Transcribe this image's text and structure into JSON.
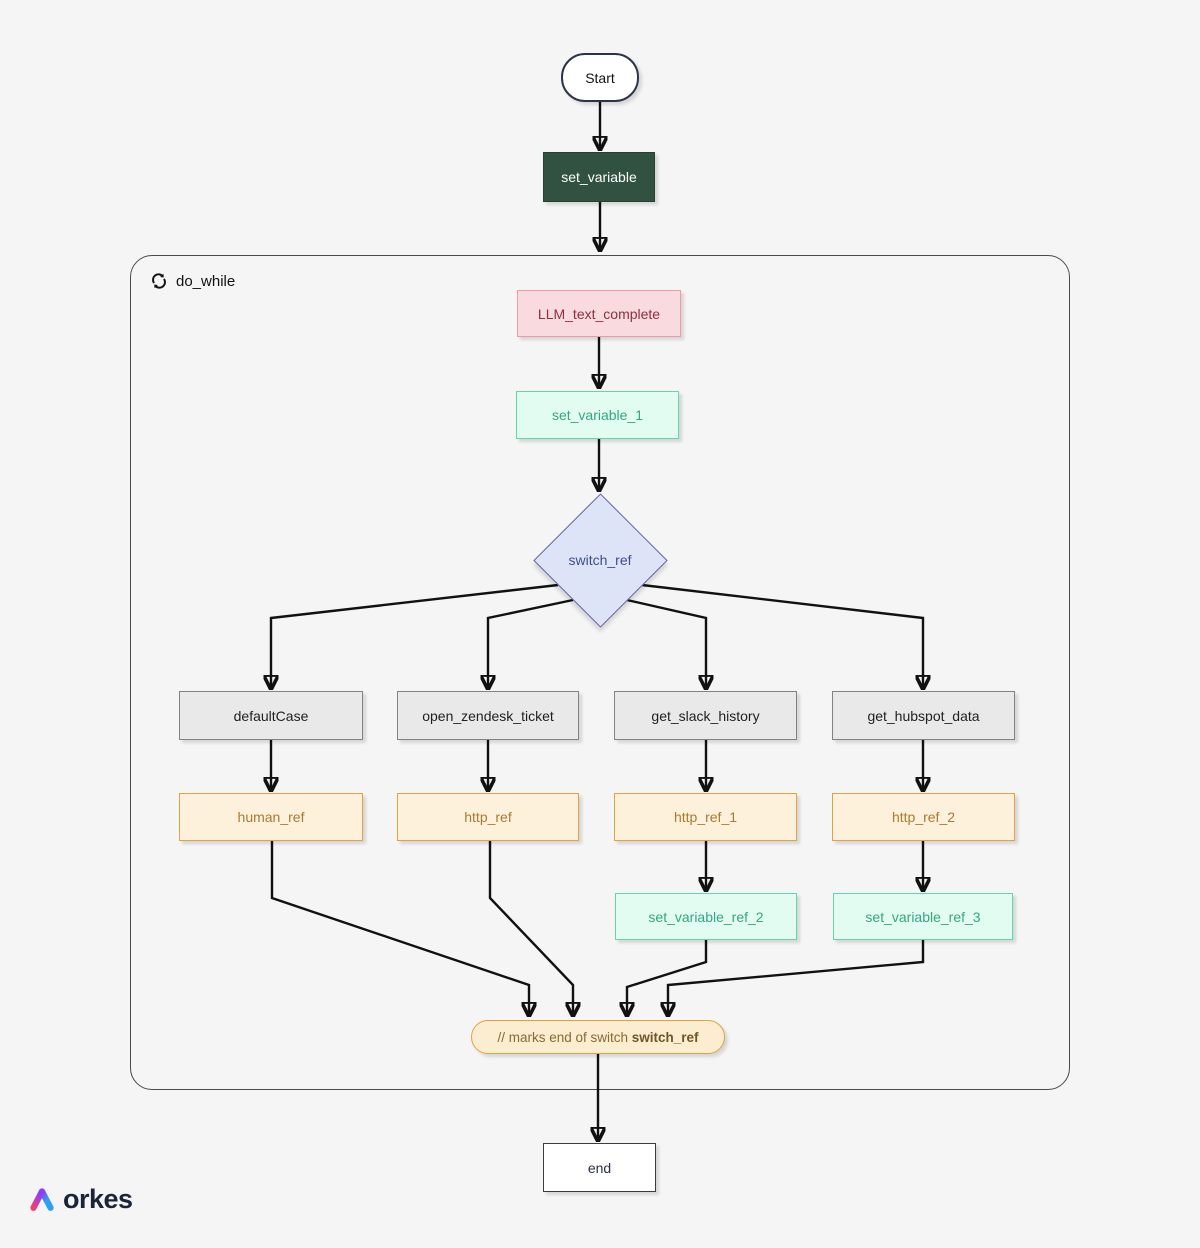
{
  "workflow": {
    "start_label": "Start",
    "set_variable_label": "set_variable",
    "loop": {
      "label": "do_while",
      "icon": "loop-icon"
    },
    "llm_label": "LLM_text_complete",
    "set_variable_1_label": "set_variable_1",
    "switch_label": "switch_ref",
    "branches": [
      {
        "case_label": "defaultCase",
        "task_label": "human_ref"
      },
      {
        "case_label": "open_zendesk_ticket",
        "task_label": "http_ref"
      },
      {
        "case_label": "get_slack_history",
        "task_label": "http_ref_1",
        "followup_label": "set_variable_ref_2"
      },
      {
        "case_label": "get_hubspot_data",
        "task_label": "http_ref_2",
        "followup_label": "set_variable_ref_3"
      }
    ],
    "switch_end": {
      "prefix": "// marks end of switch ",
      "ref": "switch_ref"
    },
    "end_label": "end"
  },
  "brand": {
    "logo_text": "orkes"
  },
  "colors": {
    "page_bg": "#f5f5f5",
    "edge": "#111111",
    "start_bg": "#ffffff",
    "start_border": "#2b3547",
    "green_bg": "#315240",
    "green_text": "#ffffff",
    "container_border": "#4a4a4a",
    "label_text": "#111111",
    "pink_bg": "#f9dade",
    "pink_border": "#eb9aa6",
    "pink_text": "#8e2f40",
    "mint_bg": "#e2fcf1",
    "mint_border": "#5ed8ab",
    "mint_text": "#35a584",
    "lavender_bg": "#dde4f8",
    "lavender_border": "#64649b",
    "lavender_text": "#3f4e87",
    "gray_bg": "#e9e9e9",
    "gray_border": "#828282",
    "gray_text": "#1f1f1f",
    "orange_bg": "#fdf1dc",
    "orange_border": "#e2a23d",
    "orange_text": "#a87b2f",
    "pill_bg": "#fcecd0",
    "pill_border": "#dca43f",
    "pill_text": "#856a33",
    "end_bg": "#ffffff",
    "end_border": "#3c3c3c",
    "end_text": "#2a2f45",
    "logo_text": "#1c2437"
  }
}
